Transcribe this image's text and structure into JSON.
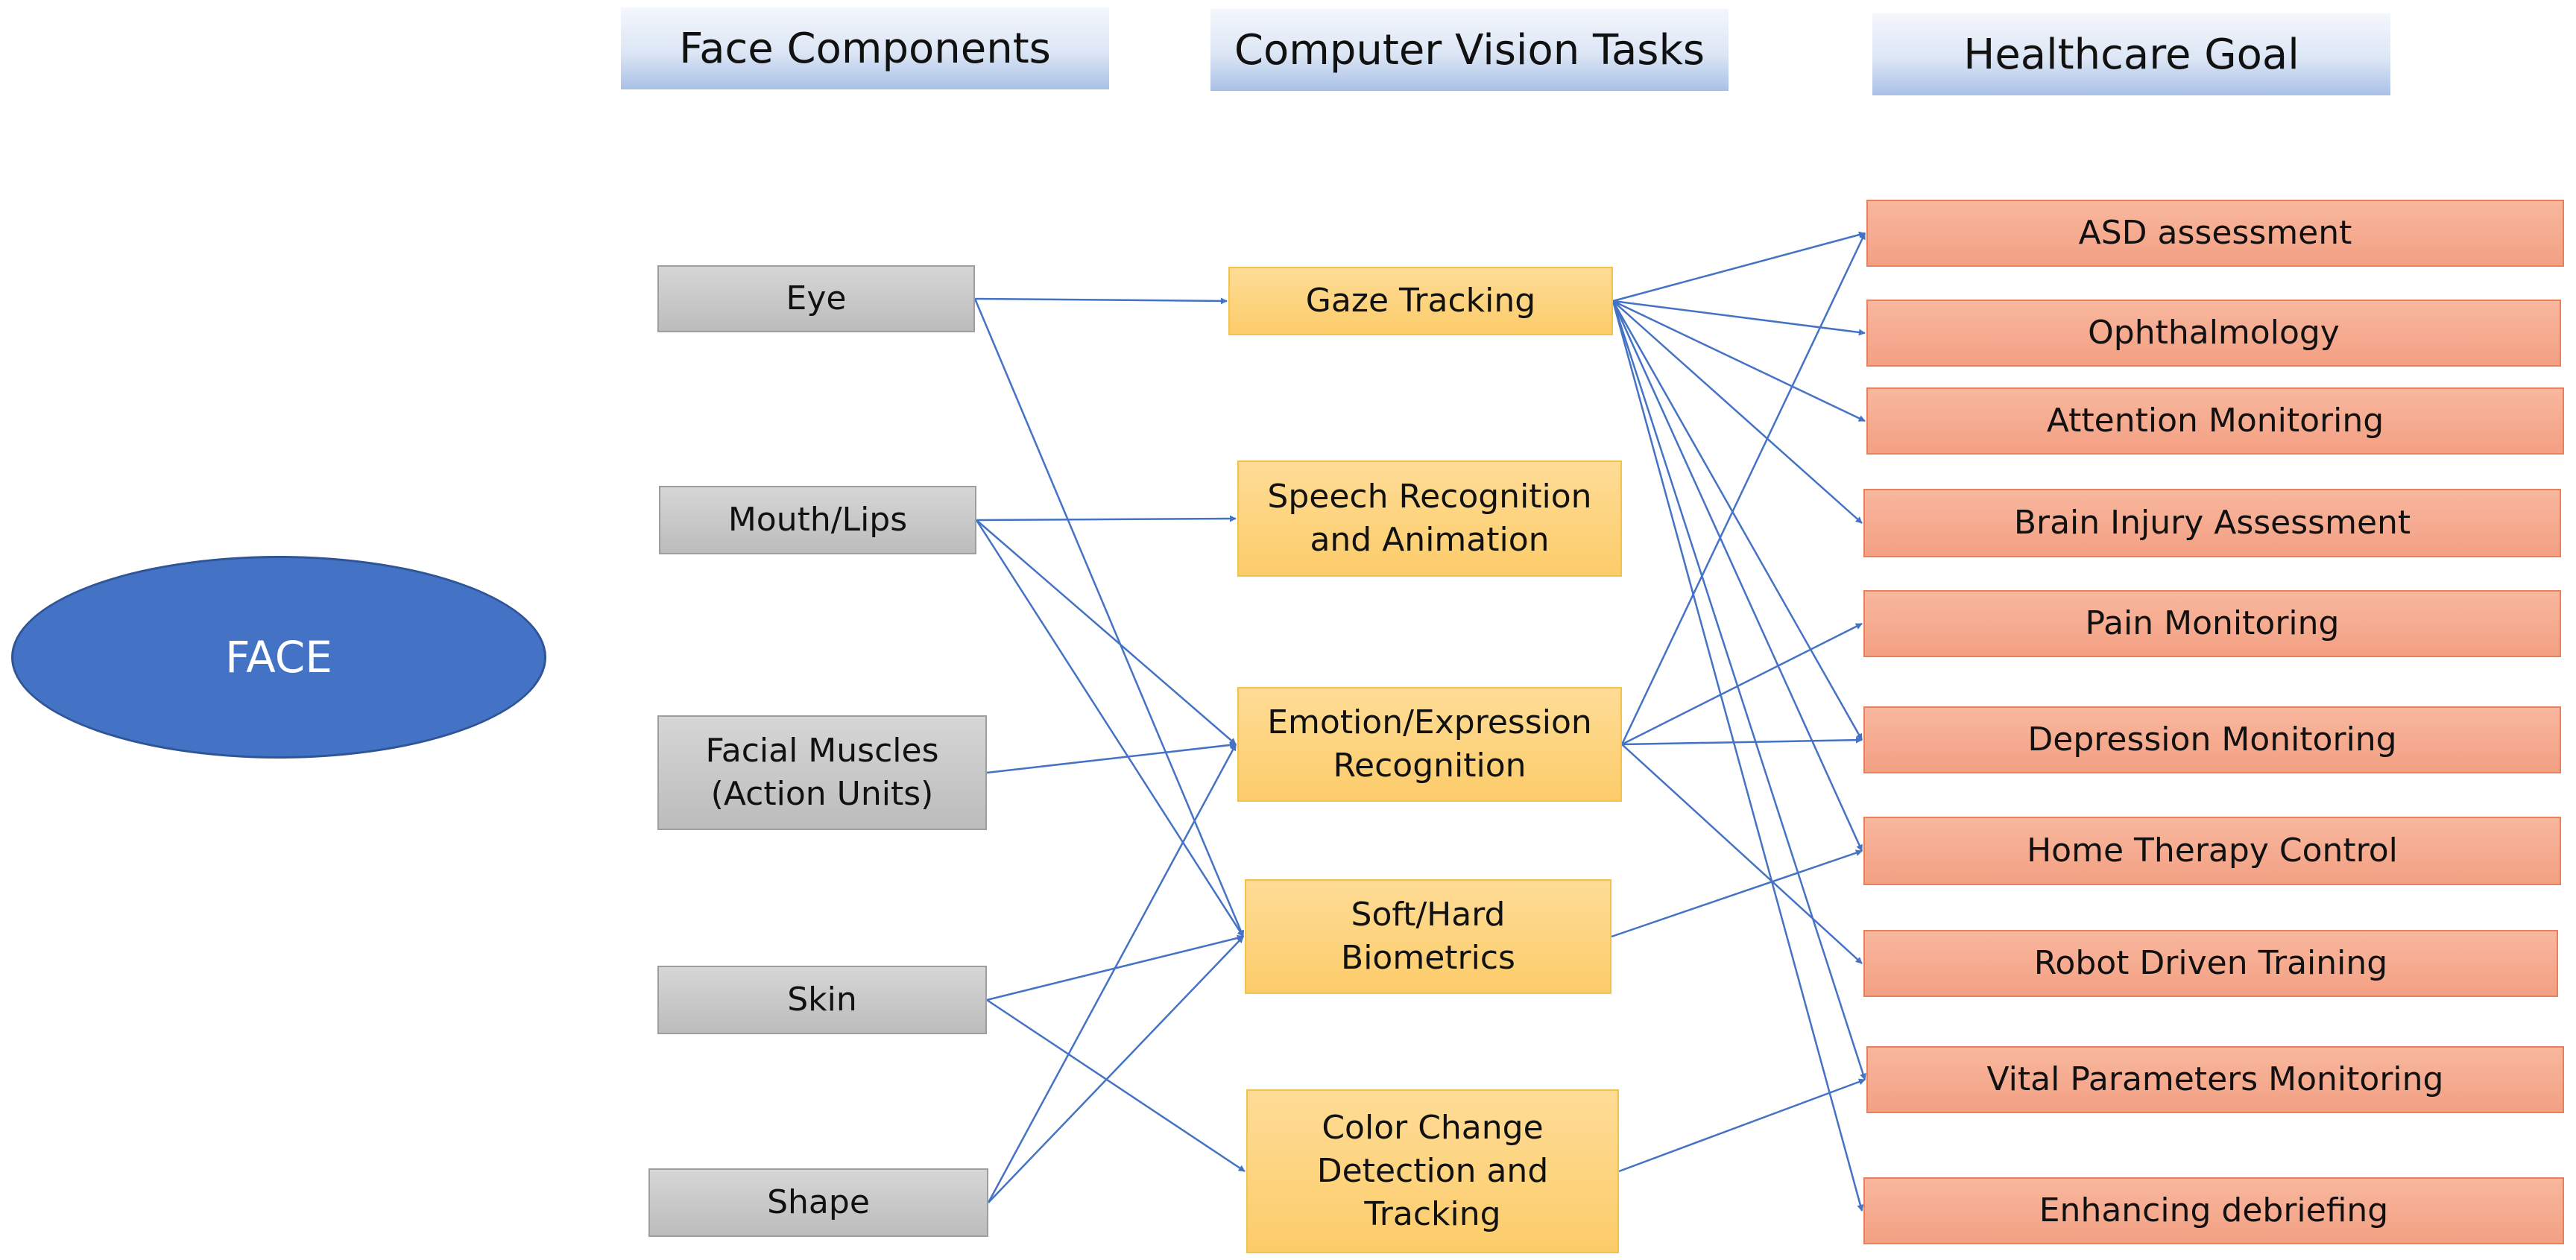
{
  "headers": {
    "components": "Face Components",
    "tasks": "Computer Vision Tasks",
    "goals": "Healthcare Goal"
  },
  "face_label": "FACE",
  "components": [
    {
      "id": "eye",
      "label": "Eye"
    },
    {
      "id": "mouth",
      "label": "Mouth/Lips"
    },
    {
      "id": "muscles",
      "label": "Facial Muscles\n(Action Units)"
    },
    {
      "id": "skin",
      "label": "Skin"
    },
    {
      "id": "shape",
      "label": "Shape"
    }
  ],
  "tasks": [
    {
      "id": "gaze",
      "label": "Gaze Tracking"
    },
    {
      "id": "speech",
      "label": "Speech Recognition\nand Animation"
    },
    {
      "id": "emotion",
      "label": "Emotion/Expression\nRecognition"
    },
    {
      "id": "biometrics",
      "label": "Soft/Hard\nBiometrics"
    },
    {
      "id": "color",
      "label": "Color Change\nDetection and\nTracking"
    }
  ],
  "goals": [
    {
      "id": "asd",
      "label": "ASD assessment"
    },
    {
      "id": "ophthalmology",
      "label": "Ophthalmology"
    },
    {
      "id": "attention",
      "label": "Attention Monitoring"
    },
    {
      "id": "brain",
      "label": "Brain Injury Assessment"
    },
    {
      "id": "pain",
      "label": "Pain Monitoring"
    },
    {
      "id": "depression",
      "label": "Depression Monitoring"
    },
    {
      "id": "therapy",
      "label": "Home Therapy Control"
    },
    {
      "id": "robot",
      "label": "Robot Driven Training"
    },
    {
      "id": "vital",
      "label": "Vital Parameters Monitoring"
    },
    {
      "id": "debriefing",
      "label": "Enhancing debriefing"
    }
  ],
  "edges": [
    [
      "eye",
      "gaze"
    ],
    [
      "eye",
      "biometrics"
    ],
    [
      "mouth",
      "speech"
    ],
    [
      "mouth",
      "emotion"
    ],
    [
      "mouth",
      "biometrics"
    ],
    [
      "muscles",
      "emotion"
    ],
    [
      "skin",
      "biometrics"
    ],
    [
      "skin",
      "color"
    ],
    [
      "shape",
      "emotion"
    ],
    [
      "shape",
      "biometrics"
    ],
    [
      "gaze",
      "asd"
    ],
    [
      "gaze",
      "ophthalmology"
    ],
    [
      "gaze",
      "attention"
    ],
    [
      "gaze",
      "brain"
    ],
    [
      "gaze",
      "depression"
    ],
    [
      "gaze",
      "therapy"
    ],
    [
      "gaze",
      "vital"
    ],
    [
      "gaze",
      "debriefing"
    ],
    [
      "emotion",
      "asd"
    ],
    [
      "emotion",
      "pain"
    ],
    [
      "emotion",
      "depression"
    ],
    [
      "emotion",
      "robot"
    ],
    [
      "biometrics",
      "therapy"
    ],
    [
      "color",
      "vital"
    ]
  ],
  "colors": {
    "face_fill": "#4472c4",
    "component_fill": "#c7c7c7",
    "task_fill": "#fdd57f",
    "goal_fill": "#f5ab8f",
    "edge": "#4472c4"
  }
}
